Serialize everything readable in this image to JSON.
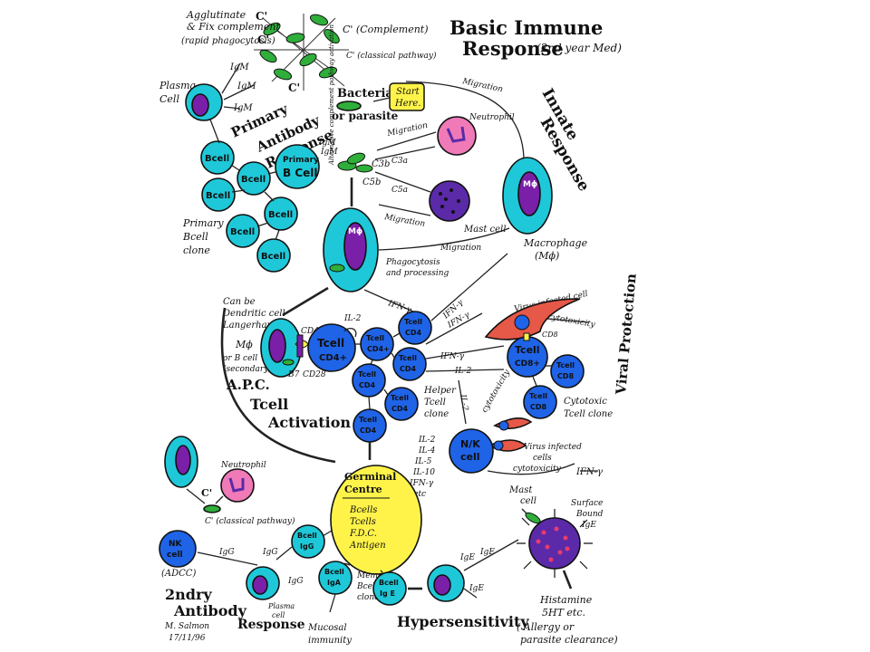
{
  "title": {
    "line1": "Basic Immune",
    "line2": "Response",
    "note": "(2nd year Med)"
  },
  "sections": {
    "innate_1": "Innate",
    "innate_2": "Response",
    "primary_1": "Primary",
    "primary_2": "Antibody",
    "primary_3": "Response",
    "tcell_act_1": "Tcell",
    "tcell_act_2": "Activation",
    "viral": "Viral Protection",
    "secondary_1": "2ndry",
    "secondary_2": "Antibody",
    "secondary_3": "Response",
    "hypersensitivity": "Hypersensitivity"
  },
  "start": {
    "line1": "Start",
    "line2": "Here."
  },
  "top": {
    "agglutinate_1": "Agglutinate",
    "agglutinate_2": "& Fix complement",
    "agglutinate_3": "(rapid phagocytosis)",
    "c_prime": "C'",
    "complement": "C' (Complement)",
    "classical_top": "C' (classical pathway)",
    "igm": "IgM"
  },
  "bacteria": {
    "line1": "Bacteria",
    "line2": "or parasite",
    "c3b": "C3b",
    "c5b": "C5b",
    "c3a": "C3a",
    "c5a": "C5a"
  },
  "alt_pathway": "Alternative complement pathway activation",
  "cells": {
    "plasma_1": "Plasma",
    "plasma_2": "Cell",
    "bcell": "Bcell",
    "primary_b_1": "Primary",
    "primary_b_2": "B Cell",
    "primary_clone_1": "Primary",
    "primary_clone_2": "Bcell",
    "primary_clone_3": "clone",
    "neutrophil": "Neutrophil",
    "mast": "Mast cell",
    "macrophage_1": "Macrophage",
    "macrophage_2": "(Mϕ)",
    "mphi": "Mϕ",
    "phago_1": "Phagocytosis",
    "phago_2": "and processing",
    "tcell": "Tcell",
    "cd4": "CD4",
    "cd4plus": "CD4+",
    "cd8": "CD8",
    "cd8plus": "CD8+",
    "helper_1": "Helper",
    "helper_2": "Tcell",
    "helper_3": "clone",
    "cyto_1": "Cytotoxic",
    "cyto_2": "Tcell clone",
    "nk_1": "N/K",
    "nk_2": "cell",
    "virus_infected": "Virus infected cell",
    "virus_cells_1": "Virus infected",
    "virus_cells_2": "cells",
    "cytotoxicity": "cytotoxicity"
  },
  "apc": {
    "can_be_1": "Can be",
    "can_be_2": "Dendritic cell",
    "can_be_3": "Langerhans",
    "mphi": "Mϕ",
    "or_b_1": "or B cell",
    "or_b_2": "(secondary)",
    "label": "A.P.C.",
    "cd4": "CD4",
    "b7": "B7",
    "cd28": "CD28"
  },
  "signals": {
    "migration": "Migration",
    "ifn": "IFN-γ",
    "il2": "IL-2",
    "il_list": [
      "IL-2",
      "IL-4",
      "IL-5",
      "IL-10",
      "IFN-γ",
      "etc"
    ]
  },
  "germinal": {
    "title_1": "Germinal",
    "title_2": "Centre",
    "items": [
      "Bcells",
      "Tcells",
      "F.D.C.",
      "Antigen"
    ]
  },
  "secondary_cells": {
    "bcell_igg_1": "Bcell",
    "bcell_igg_2": "IgG",
    "igg": "IgG",
    "plasma_1": "Plasma",
    "plasma_2": "cell",
    "bcell_iga_1": "Bcell",
    "bcell_iga_2": "IgA",
    "memory_1": "Memory",
    "memory_2": "Bcell",
    "memory_3": "clones",
    "bcell_ige_1": "Bcell",
    "bcell_ige_2": "Ig E",
    "ige": "IgE",
    "mucosal_1": "Mucosal",
    "mucosal_2": "immunity",
    "adcc": "(ADCC)",
    "nk_1": "NK",
    "nk_2": "cell",
    "neutrophil": "Neutrophil",
    "classical": "C' (classical pathway)",
    "c_prime": "C'",
    "mast_1": "Mast",
    "mast_2": "cell",
    "surface_1": "Surface",
    "surface_2": "Bound",
    "surface_3": "IgE",
    "histamine_1": "Histamine",
    "histamine_2": "5HT etc.",
    "allergy_1": "( Allergy or",
    "allergy_2": "parasite clearance)"
  },
  "signature": {
    "name": "M. Salmon",
    "date": "17/11/96"
  },
  "colors": {
    "cyan": "#1ec8d8",
    "purple": "#7a1fa8",
    "blue": "#1f63e6",
    "germinal": "#fff34a",
    "bacteria": "#2fae3a",
    "neutrophil": "#f07ab8",
    "mast": "#5b2aa8",
    "virus": "#e65848"
  }
}
